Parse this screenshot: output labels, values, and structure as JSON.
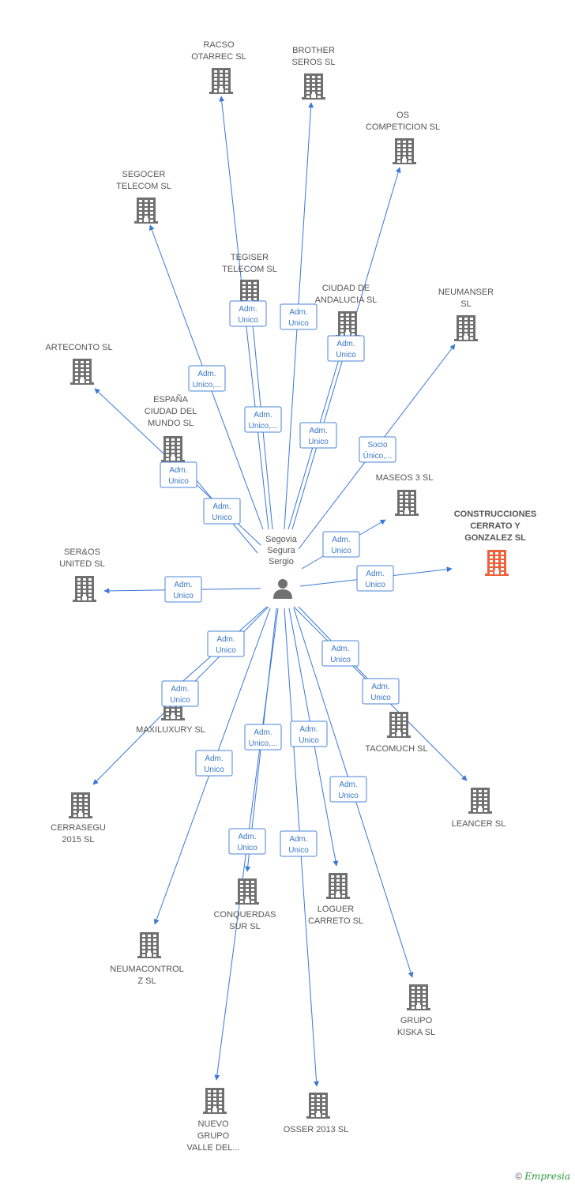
{
  "center": {
    "lines": [
      "Segovia",
      "Segura",
      "Sergio"
    ]
  },
  "colors": {
    "edge": "#3a78d8",
    "building": "#707070",
    "highlight": "#f0603a",
    "label_text": "#3a78c8"
  },
  "nodes": [
    {
      "id": "racso",
      "lines": [
        "RACSO",
        "OTARREC SL"
      ],
      "edge": [
        "Adm.",
        "Unico"
      ]
    },
    {
      "id": "brother",
      "lines": [
        "BROTHER",
        "SEROS SL"
      ],
      "edge": [
        "Adm.",
        "Unico"
      ]
    },
    {
      "id": "os",
      "lines": [
        "OS",
        "COMPETICION SL"
      ],
      "edge": [
        "Adm.",
        "Unico"
      ]
    },
    {
      "id": "segocer",
      "lines": [
        "SEGOCER",
        "TELECOM  SL"
      ],
      "edge": [
        "Adm.",
        "Unico,..."
      ]
    },
    {
      "id": "tegiser",
      "lines": [
        "TEGISER",
        "TELECOM  SL"
      ],
      "edge": [
        "Adm.",
        "Unico,..."
      ]
    },
    {
      "id": "ciudad",
      "lines": [
        "CIUDAD DE",
        "ANDALUCIA SL"
      ],
      "edge": [
        "Adm.",
        "Unico"
      ]
    },
    {
      "id": "neumanser",
      "lines": [
        "NEUMANSER",
        "SL"
      ],
      "edge": [
        "Socio",
        "Único,..."
      ]
    },
    {
      "id": "arteconto",
      "lines": [
        "ARTECONTO SL"
      ],
      "edge": [
        "Adm.",
        "Unico"
      ]
    },
    {
      "id": "espana",
      "lines": [
        "ESPAÑA",
        "CIUDAD DEL",
        "MUNDO  SL"
      ],
      "edge": [
        "Adm.",
        "Unico"
      ]
    },
    {
      "id": "maseos",
      "lines": [
        "MASEOS 3 SL"
      ],
      "edge": [
        "Adm.",
        "Unico"
      ]
    },
    {
      "id": "construcciones",
      "lines": [
        "CONSTRUCCIONES",
        "CERRATO Y",
        "GONZALEZ  SL"
      ],
      "edge": [
        "Adm.",
        "Unico"
      ],
      "highlight": true
    },
    {
      "id": "seros",
      "lines": [
        "SER&OS",
        "UNITED SL"
      ],
      "edge": [
        "Adm.",
        "Unico"
      ]
    },
    {
      "id": "maxiluxury",
      "lines": [
        "MAXILUXURY SL"
      ],
      "edge": [
        "Adm.",
        "Unico"
      ]
    },
    {
      "id": "cerrasegu",
      "lines": [
        "CERRASEGU",
        "2015  SL"
      ],
      "edge": [
        "Adm.",
        "Unico"
      ]
    },
    {
      "id": "tacomuch",
      "lines": [
        "TACOMUCH SL"
      ],
      "edge": [
        "Adm.",
        "Unico"
      ]
    },
    {
      "id": "leancer",
      "lines": [
        "LEANCER SL"
      ],
      "edge": [
        "Adm.",
        "Unico"
      ]
    },
    {
      "id": "neumacontrol",
      "lines": [
        "NEUMACONTROL",
        "Z  SL"
      ],
      "edge": [
        "Adm.",
        "Unico"
      ]
    },
    {
      "id": "conquerdas",
      "lines": [
        "CONQUERDAS",
        "SUR  SL"
      ],
      "edge": [
        "Adm.",
        "Unico"
      ]
    },
    {
      "id": "loguer",
      "lines": [
        "LOGUER",
        "CARRETO SL"
      ],
      "edge": [
        "Adm.",
        "Unico"
      ]
    },
    {
      "id": "grupo",
      "lines": [
        "GRUPO",
        "KISKA SL"
      ],
      "edge": [
        "Adm.",
        "Unico"
      ]
    },
    {
      "id": "nuevo",
      "lines": [
        "NUEVO",
        "GRUPO",
        "VALLE DEL..."
      ],
      "edge": [
        "Adm.",
        "Unico,..."
      ]
    },
    {
      "id": "osser",
      "lines": [
        "OSSER 2013 SL"
      ],
      "edge": [
        "Adm.",
        "Unico"
      ]
    }
  ],
  "brand": {
    "copyright": "©",
    "name": "Empresia"
  }
}
